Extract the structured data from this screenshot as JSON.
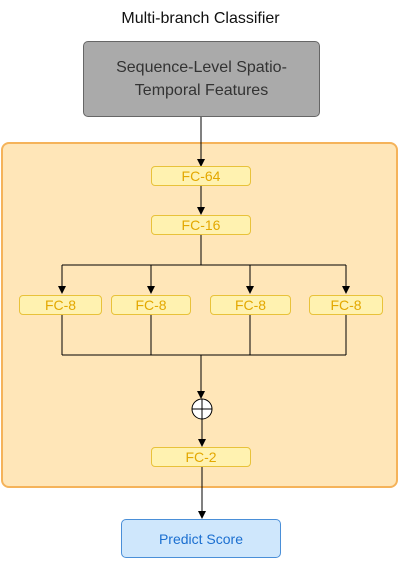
{
  "title": "Multi-branch Classifier",
  "input_block": {
    "line1": "Sequence-Level Spatio-",
    "line2": "Temporal Features"
  },
  "layers": {
    "fc64": "FC-64",
    "fc16": "FC-16",
    "branches": [
      "FC-8",
      "FC-8",
      "FC-8",
      "FC-8"
    ],
    "fc2": "FC-2"
  },
  "output_block": "Predict Score",
  "colors": {
    "panel_fill": "#ffe6b8",
    "panel_border": "#f5b35a",
    "layer_fill": "#fff2b0",
    "layer_text": "#e3a800",
    "input_fill": "#aaaaaa",
    "output_fill": "#cfe7fc",
    "output_text": "#1b6fd0"
  }
}
